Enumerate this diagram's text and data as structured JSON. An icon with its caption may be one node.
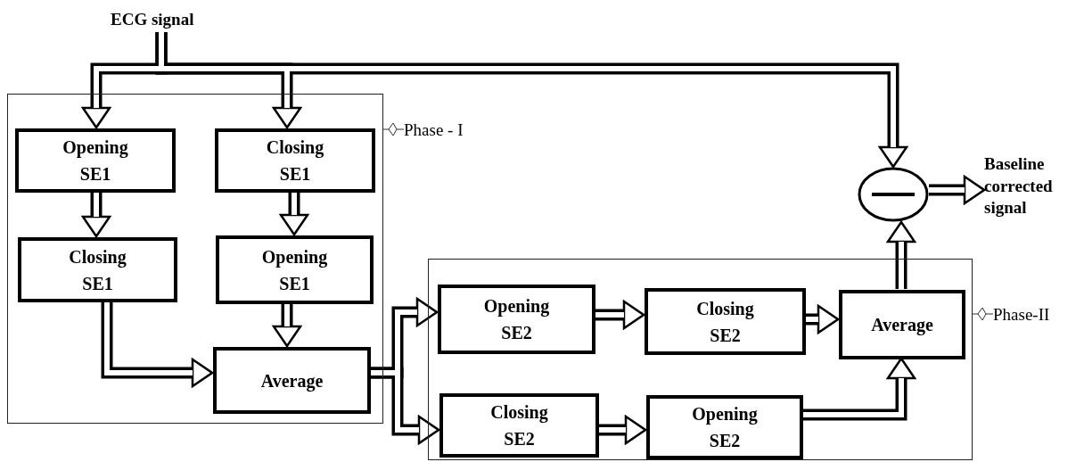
{
  "diagram": {
    "nodes": [
      {
        "text": [
          "ECG signal"
        ]
      },
      {
        "text": [
          "Phase - I"
        ]
      },
      {
        "text": [
          "Opening SE1"
        ],
        "in": 1
      },
      {
        "text": [
          "Closing SE1"
        ],
        "in": 1
      },
      {
        "text": [
          "Closing SE1"
        ],
        "in": 1
      },
      {
        "text": [
          "Opening SE1"
        ],
        "in": 1
      },
      {
        "text": [
          "Average"
        ],
        "in": 1
      },
      {
        "text": [
          "Phase-II"
        ]
      },
      {
        "text": [
          "Opening SE2"
        ],
        "in": 7
      },
      {
        "text": [
          "Closing SE2"
        ],
        "in": 7
      },
      {
        "text": [
          "Average"
        ],
        "in": 7
      },
      {
        "text": [
          "Closing SE2"
        ],
        "in": 7
      },
      {
        "text": [
          "Opening SE2"
        ],
        "in": 7
      },
      {
        "text": [],
        "shape": "circle"
      },
      {
        "text": [
          "Baseline corrected signal"
        ]
      }
    ],
    "edges": [
      {
        "from": 0,
        "to": 2,
        "arrow": "to"
      },
      {
        "from": 0,
        "to": 3,
        "arrow": "to"
      },
      {
        "from": 0,
        "to": 13,
        "arrow": "to"
      },
      {
        "from": 2,
        "to": 4,
        "arrow": "to"
      },
      {
        "from": 3,
        "to": 5,
        "arrow": "to"
      },
      {
        "from": 4,
        "to": 6,
        "arrow": "to"
      },
      {
        "from": 5,
        "to": 6,
        "arrow": "to"
      },
      {
        "from": 6,
        "to": 8,
        "arrow": "to"
      },
      {
        "from": 6,
        "to": 11,
        "arrow": "to"
      },
      {
        "from": 8,
        "to": 9,
        "arrow": "to"
      },
      {
        "from": 9,
        "to": 10,
        "arrow": "to"
      },
      {
        "from": 11,
        "to": 12,
        "arrow": "to"
      },
      {
        "from": 12,
        "to": 10,
        "arrow": "to"
      },
      {
        "from": 10,
        "to": 13,
        "arrow": "to"
      },
      {
        "from": 13,
        "to": 14,
        "arrow": "to"
      }
    ]
  }
}
